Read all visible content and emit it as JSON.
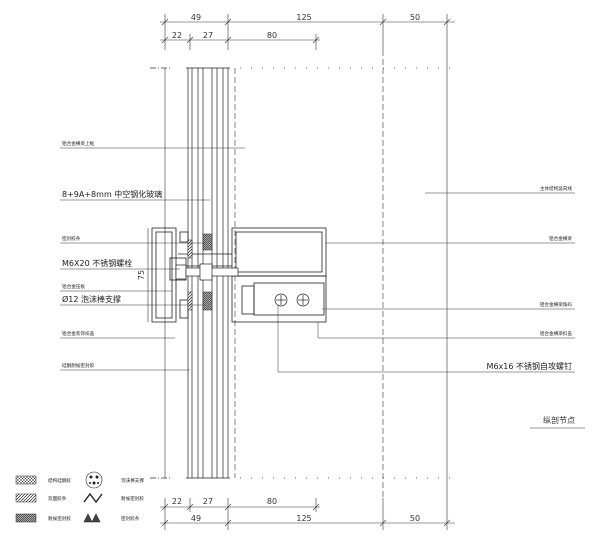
{
  "dims_top_row1": [
    "49",
    "125",
    "50"
  ],
  "dims_top_row2": [
    "22",
    "27",
    "80"
  ],
  "dims_bottom_row1": [
    "22",
    "27",
    "80"
  ],
  "dims_bottom_row2": [
    "49",
    "125",
    "50"
  ],
  "dim_vertical": "75",
  "labels_left": [
    "铝合金横梁上框",
    "8+9A+8mm 中空钢化玻璃",
    "密封胶条",
    "M6X20 不锈钢螺栓",
    "铝合金压板",
    "Ø12 泡沫棒支撑",
    "铝合金装饰扣盖",
    "硅酮耐候密封胶"
  ],
  "labels_right": [
    "主体结构竖向线",
    "铝合金横梁",
    "铝合金横梁角码",
    "铝合金横梁扣盖",
    "M6x16 不锈钢自攻螺钉"
  ],
  "drawing_title": "纵剖节点",
  "legend": [
    {
      "text": "结构硅酮胶",
      "icon": "hatch-structural"
    },
    {
      "text": "泡沫棒支撑",
      "icon": "foam-rod"
    },
    {
      "text": "双面胶条",
      "icon": "hatch-tape"
    },
    {
      "text": "耐候密封胶",
      "icon": "hatch-weather"
    },
    {
      "text": "耐候密封胶",
      "icon": "hatch-sealant"
    },
    {
      "text": "密封胶条",
      "icon": "gasket-icon"
    }
  ]
}
